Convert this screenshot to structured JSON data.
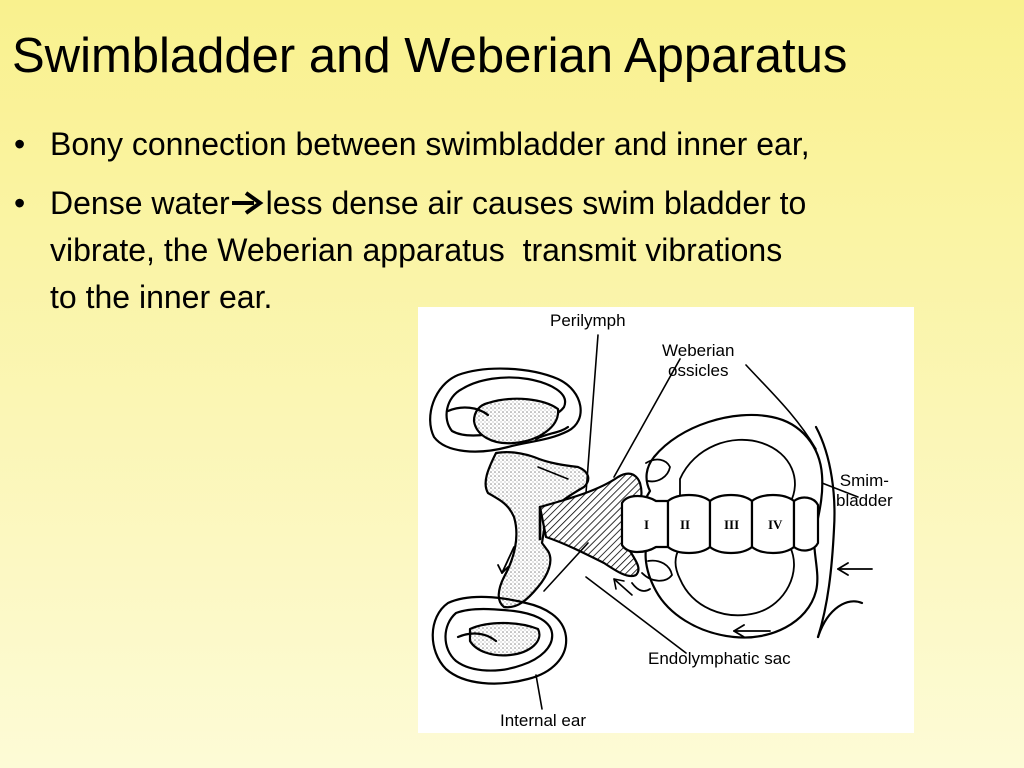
{
  "slide": {
    "title": "Swimbladder and Weberian Apparatus",
    "bullet_symbol": "•",
    "bullets": [
      {
        "text": "Bony connection between swimbladder and inner ear,"
      },
      {
        "text_before_arrow": "Dense water",
        "arrow_icon": "right-arrow-icon",
        "text_after_arrow": "less dense air causes swim bladder to",
        "line2": "vibrate, the Weberian apparatus  transmit vibrations",
        "line3": "to the inner ear."
      }
    ]
  },
  "figure": {
    "labels": {
      "perilymph": "Perilymph",
      "weberian_line1": "Weberian",
      "weberian_line2": "ossicles",
      "swim_line1": "Smim-",
      "swim_line2": "bladder",
      "endolymphatic": "Endolymphatic sac",
      "internal_ear": "Internal ear"
    },
    "vertebra_numerals": [
      "I",
      "II",
      "III",
      "IV"
    ]
  }
}
